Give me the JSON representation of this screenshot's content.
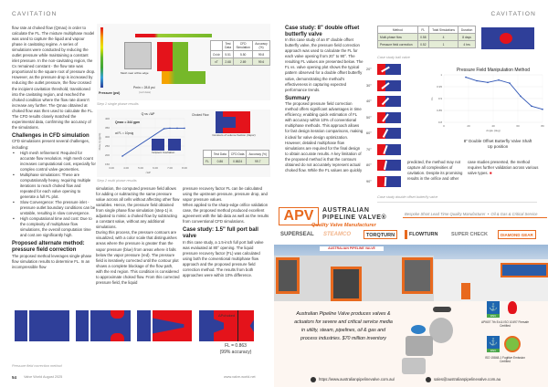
{
  "header": {
    "section_left": "CAVITATION",
    "section_right": "CAVITATION"
  },
  "left_col": {
    "intro": "flow rate at choked flow (Qmax) in order to calculate the FL. The mixture multiphase model was used to capture the liquid and vapour phase in cavitating regime. A series of simulations were conducted by reducing the outlet pressure while maintaining a constant inlet pressure. In the non-cavitating region, the Cv remained constant - the flow rate was proportional to the square root of pressure drop. However, as the pressure drop is increased by reducing the outlet pressure, the flow crossed the incipient cavitation threshold, transitioned into the cavitating region, and reached the choked condition where the flow rate doesn't increase any further. The Qmax obtained at choked flow was then used to calculate the FL. The CFD results closely matched the experimental data, confirming the accuracy of the simulations.",
    "challenges_heading": "Challenges in CFD simulation",
    "challenges_intro": "CFD simulations present several challenges, including:",
    "bullets": [
      "High mesh refinement: Required for accurate flow resolution. High mesh count increases computational cost, especially for complex control valve geometries.",
      "Multiphase simulations: These are computationally heavy, requiring multiple iterations to reach choked flow and repeated for each valve opening to generate a full FL plot.",
      "Slow Convergence: The pressure inlet - pressure outlet boundary conditions can be unstable, resulting in slow convergence.",
      "High computational time and cost: Due to the complexity of multiphase flow simulations, the overall computation time and cost are significantly high."
    ],
    "proposed_heading": "Proposed alternate method: pressure field correction",
    "proposed_text": "The proposed method leverages single-phase flow simulation results to determine FL. In an incompressible flow"
  },
  "mid_col": {
    "text1": "simulation, the computed pressure field allows for adding or subtracting the same pressure value across all cells without affecting other flow variables. Hence, the pressure field obtained from single phase flow simulation (step-1) is adjusted to mimic a choked flow by subtracting a constant value, without any additional simulations.",
    "text2": "During this process, the pressure contours are visualized, with a color scale that distinguishes areas where the pressure is greater than the vapor pressure (blue) from areas where it falls below the vapor pressure (red). The pressure field is iteratively corrected until the contour plot shows a complete blockage of the flow path, with the red region. This condition is considered to approximate choked flow. From this corrected pressure field, the liquid"
  },
  "third_col": {
    "text1": "pressure recovery factor FL can be calculated using the upstream pressure, pressure drop, and vapor pressure values.",
    "text2": "When applied to the sharp-edge orifice validation case, the proposed method produced excellent agreement with the lab data as well as the results from conventional CFD simulations.",
    "heading": "Case study: 1.5\" full port ball valve",
    "text3": "In this case study, a 1.5-inch full port ball valve was evaluated at 80° opening. The liquid pressure recovery factor (FL) was calculated using both the conventional multiphase flow approach and the proposed pressure field correction method. The results from both approaches were within 10% difference."
  },
  "fig1": {
    "mesh_label": "Mesh near orifice edge",
    "colorbar_label": "Pressure (psi)",
    "pmin_label": "Pmin = 28.8 psi",
    "pmin_note": "(cell data)",
    "caption": "Step 1 single phase results",
    "table": {
      "headers": [
        "",
        "Test Data",
        "CFD Simulation",
        "Accuracy (%)"
      ],
      "rows": [
        [
          "Cv/d²",
          "5.51",
          "5.50",
          "99.8"
        ],
        [
          "xT",
          "2.68",
          "2.69",
          "99.6"
        ]
      ]
    }
  },
  "fig2": {
    "caption": "Step 2 multi phase results",
    "qmax_label": "Qmax = 344 gpm",
    "dp_label": "at FL = 10psig",
    "incipient_label": "Incipient Cavitation",
    "choked_label": "Choked Flow",
    "contour_label": "Contours of volume fraction (Vapor)",
    "table": {
      "headers": [
        "",
        "Test Data",
        "CFD Data",
        "Accuracy (%)"
      ],
      "rows": [
        [
          "FL",
          "0.86",
          "0.8624",
          "99.7"
        ]
      ]
    }
  },
  "fig3": {
    "caption": "Pressure field correction method",
    "dp_label": "ΔPchoked",
    "fl_label": "FL = 0.863",
    "acc_label": "(99% accuracy)"
  },
  "right_col": {
    "heading1": "Case study: 8\" double offset butterfly valve",
    "text1": "In this case study of an 8\" double offset butterfly valve, the pressure field correction approach was used to calculate the FL for each valve opening from 20° to 90°. The resulting FL values are presented below. The FL vs. valve opening plot shows the typical pattern observed for a double offset butterfly valve, demonstrating the method's effectiveness in capturing expected performance trends.",
    "heading2": "Summary",
    "text2": "The proposed pressure field correction method offers significant advantages in time efficiency, enabling quick estimation of FL with accuracy within 10% of conventional multiphase methods. This approach allows for fast design iteration comparisons, making it ideal for valve design optimization. However, detailed multiphase flow simulations are required for the final design to obtain accurate results. A key limitation of the proposed method is that the contours obtained do not accurately represent actual choked flow. While the FL values are quickly",
    "text3": "predicted, the method may not capture all complexities of cavitation. Despite its promising results in the orifice and other",
    "text4": "case studies presented, the method requires further validation across various valve types."
  },
  "ball_table": {
    "headers": [
      "Method",
      "FL",
      "Total Simulations",
      "Duration"
    ],
    "rows": [
      [
        "Multi-phase flow",
        "0.58",
        "4",
        "8 days"
      ],
      [
        "Pressure field correction",
        "0.52",
        "1",
        "4 hrs"
      ]
    ],
    "caption": "Case study ball valve"
  },
  "butterfly": {
    "angles": [
      "20°",
      "30°",
      "40°",
      "50°",
      "60°",
      "70°",
      "80°",
      "90°"
    ],
    "caption": "Case study double offset butterfly valve",
    "chart_subtitle": "8\" Double Offset Butterfly Valve Shaft Up position"
  },
  "chart_data": [
    {
      "type": "line",
      "title": "Q vs √ΔP",
      "xlabel": "√ΔP",
      "ylabel": "Flow, Q (gpm)",
      "xlim": [
        3,
        8
      ],
      "ylim": [
        150,
        400
      ],
      "xticks": [
        "3.00",
        "4.00",
        "5.00",
        "6.00",
        "7.00",
        "8.00"
      ],
      "yticks": [
        "150",
        "200",
        "250",
        "300",
        "350",
        "400"
      ],
      "x": [
        3.75,
        6.6,
        7.0,
        7.5,
        8.0
      ],
      "y": [
        195,
        345,
        348,
        348,
        348
      ]
    },
    {
      "type": "line",
      "title": "Pressure Field Manipulation Method",
      "xlabel": "Angle (deg)",
      "ylabel": "FL",
      "xlim": [
        0,
        90
      ],
      "ylim": [
        0.8,
        1
      ],
      "xticks": [
        "0",
        "20",
        "40",
        "60",
        "80"
      ],
      "yticks": [
        "0.8",
        "0.85",
        "0.9",
        "0.95",
        "1"
      ],
      "x": [
        20,
        30,
        40,
        50,
        60,
        70,
        80,
        90
      ],
      "y": [
        0.99,
        0.975,
        0.968,
        0.978,
        0.965,
        0.91,
        0.868,
        0.855
      ]
    }
  ],
  "footer": {
    "page": "54",
    "magazine": "Valve World August 2025",
    "url": "www.valve-world.net"
  },
  "ad": {
    "logo": "APV",
    "name1": "AUSTRALIAN",
    "name2": "PIPELINE VALVE®",
    "slogan": "Quality Valve Manufacturer",
    "tagline": "Bespoke Short Lead Time Quality Manufacturer  •  Oil & Gas & Critical Service",
    "brands": [
      "SUPERSEAL",
      "STEAMCO",
      "TORQTURN",
      "FLOWTURN",
      "SUPER CHECK",
      "DIAMOND GEAR"
    ],
    "building_sign": "AUSTRALIAN PIPELINE VALVE",
    "body": "Australian Pipeline Valve produces valves & actuators for severe and critical service media in utility, steam, pipelines, oil & gas and process industries. $70 million inventory",
    "cert1": "API607 7th Ed & ISO 10497 Firesafe Certified",
    "cert2": "ISO 15848-1 Fugitive Emission Certified",
    "cert_badge": "DNV",
    "website": "https://www.australianpipelinevalve.com.au/",
    "email": "sales@australianpipelinevalve.com.au",
    "accent": "#e8691e"
  }
}
